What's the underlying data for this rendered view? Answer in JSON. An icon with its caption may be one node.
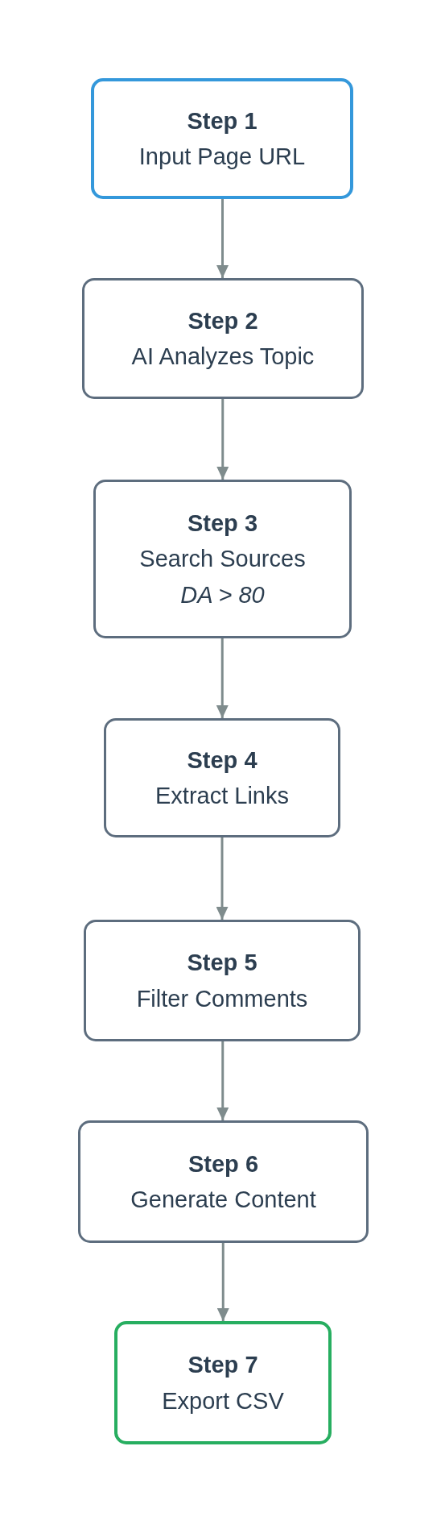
{
  "diagram": {
    "nodes": [
      {
        "text": [
          "Step 1",
          "Input Page URL"
        ]
      },
      {
        "text": [
          "Step 2",
          "AI Analyzes Topic"
        ]
      },
      {
        "text": [
          "Step 3",
          "Search Sources",
          "DA > 80"
        ]
      },
      {
        "text": [
          "Step 4",
          "Extract Links"
        ]
      },
      {
        "text": [
          "Step 5",
          "Filter Comments"
        ]
      },
      {
        "text": [
          "Step 6",
          "Generate Content"
        ]
      },
      {
        "text": [
          "Step 7",
          "Export CSV"
        ]
      }
    ],
    "edges": [
      {
        "from": 0,
        "to": 1,
        "arrow": "to"
      },
      {
        "from": 1,
        "to": 2,
        "arrow": "to"
      },
      {
        "from": 2,
        "to": 3,
        "arrow": "to"
      },
      {
        "from": 3,
        "to": 4,
        "arrow": "to"
      },
      {
        "from": 4,
        "to": 5,
        "arrow": "to"
      },
      {
        "from": 5,
        "to": 6,
        "arrow": "to"
      }
    ]
  }
}
